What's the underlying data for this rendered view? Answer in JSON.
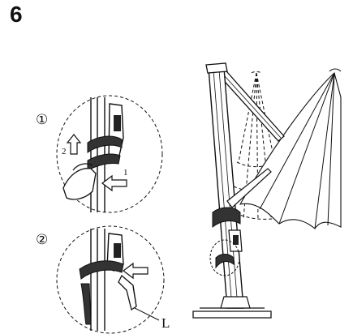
{
  "step_number": "6",
  "detail_1": {
    "marker": "①",
    "arrow_up_label": "2",
    "arrow_left_label": "1"
  },
  "detail_2": {
    "marker": "②",
    "part_label": "L"
  },
  "colors": {
    "ink": "#111111",
    "background": "#ffffff"
  }
}
